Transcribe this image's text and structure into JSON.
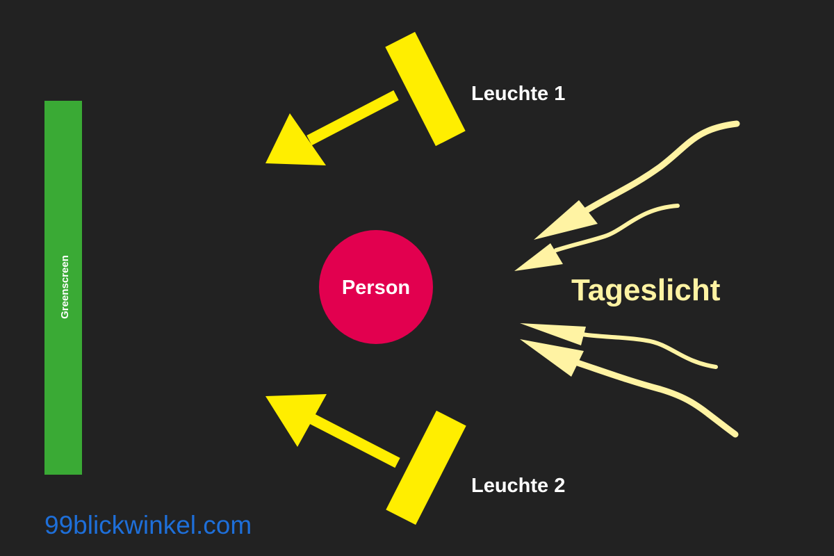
{
  "greenscreen": {
    "label": "Greenscreen",
    "color": "#3aaa35"
  },
  "person": {
    "label": "Person",
    "color": "#e2004f"
  },
  "leuchte_1": {
    "label": "Leuchte 1"
  },
  "leuchte_2": {
    "label": "Leuchte 2"
  },
  "tageslicht": {
    "label": "Tageslicht",
    "color": "#fff3a3"
  },
  "watermark": {
    "text": "99blickwinkel.com",
    "color": "#1e6fd9"
  },
  "colors": {
    "background": "#222222",
    "light": "#ffee00",
    "label": "#ffffff"
  }
}
